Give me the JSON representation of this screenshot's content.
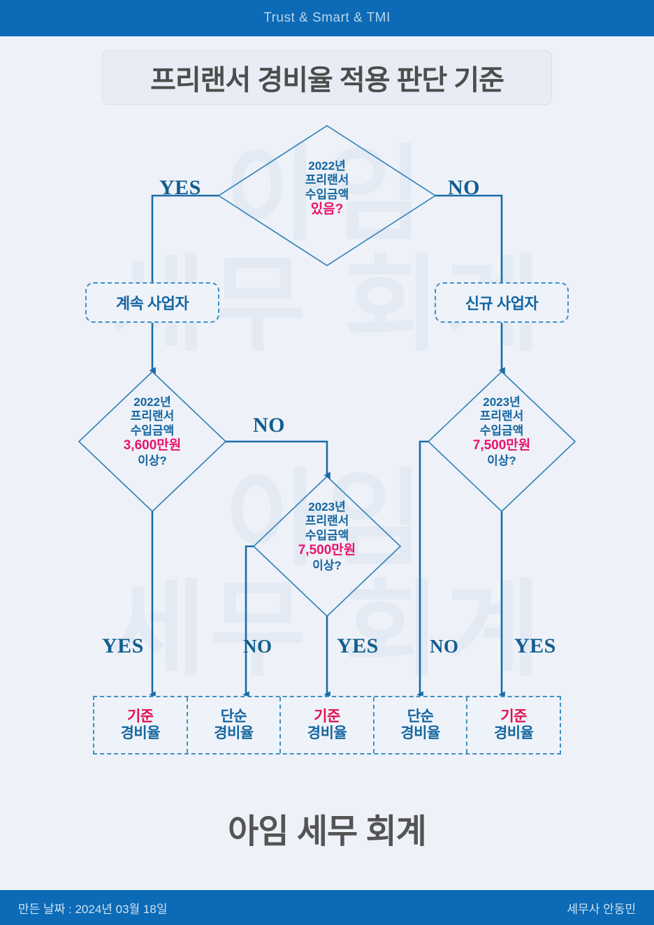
{
  "header": {
    "tagline": "Trust & Smart & TMI"
  },
  "title": {
    "text": "프리랜서 경비율 적용 판단 기준"
  },
  "watermark": {
    "line1": "아임",
    "line2": "세무 회계",
    "line3": "아임",
    "line4": "세무 회계"
  },
  "brand": {
    "text": "아임 세무 회계"
  },
  "footer": {
    "date_label": "만든 날짜 : 2024년 03월 18일",
    "author": "세무사  안동민"
  },
  "colors": {
    "bar_blue": "#0c6ab6",
    "line_blue": "#1a6ba8",
    "text_blue": "#1565a0",
    "accent_pink": "#e8136b",
    "accent_red": "#e0114f",
    "page_bg": "#eef2f8",
    "title_gray": "#4d4d4d"
  },
  "nodes": {
    "d1": {
      "name": "decision-2022-income-exists",
      "lines": [
        "2022년",
        "프리랜서",
        "수입금액"
      ],
      "highlight": "있음?"
    },
    "d2": {
      "name": "decision-2022-income-36m",
      "lines": [
        "2022년",
        "프리랜서",
        "수입금액"
      ],
      "highlight": "3,600만원",
      "tail": "이상?"
    },
    "d3": {
      "name": "decision-2023-income-75m-center",
      "lines": [
        "2023년",
        "프리랜서",
        "수입금액"
      ],
      "highlight": "7,500만원",
      "tail": "이상?"
    },
    "d4": {
      "name": "decision-2023-income-75m-right",
      "lines": [
        "2023년",
        "프리랜서",
        "수입금액"
      ],
      "highlight": "7,500만원",
      "tail": "이상?"
    },
    "p1": {
      "name": "process-continuing-business",
      "label": "계속 사업자"
    },
    "p2": {
      "name": "process-new-business",
      "label": "신규 사업자"
    }
  },
  "edge_labels": {
    "top_yes": "YES",
    "top_no": "NO",
    "d2_no": "NO",
    "r1_yes": "YES",
    "r2_no": "NO",
    "r3_yes": "YES",
    "r4_no": "NO",
    "r5_yes": "YES"
  },
  "results": [
    {
      "name": "result-standard-expense-rate-1",
      "l1": "기준",
      "l2": "경비율",
      "kind": "red"
    },
    {
      "name": "result-simple-expense-rate-1",
      "l1": "단순",
      "l2": "경비율",
      "kind": "blue"
    },
    {
      "name": "result-standard-expense-rate-2",
      "l1": "기준",
      "l2": "경비율",
      "kind": "red"
    },
    {
      "name": "result-simple-expense-rate-2",
      "l1": "단순",
      "l2": "경비율",
      "kind": "blue"
    },
    {
      "name": "result-standard-expense-rate-3",
      "l1": "기준",
      "l2": "경비율",
      "kind": "red"
    }
  ]
}
